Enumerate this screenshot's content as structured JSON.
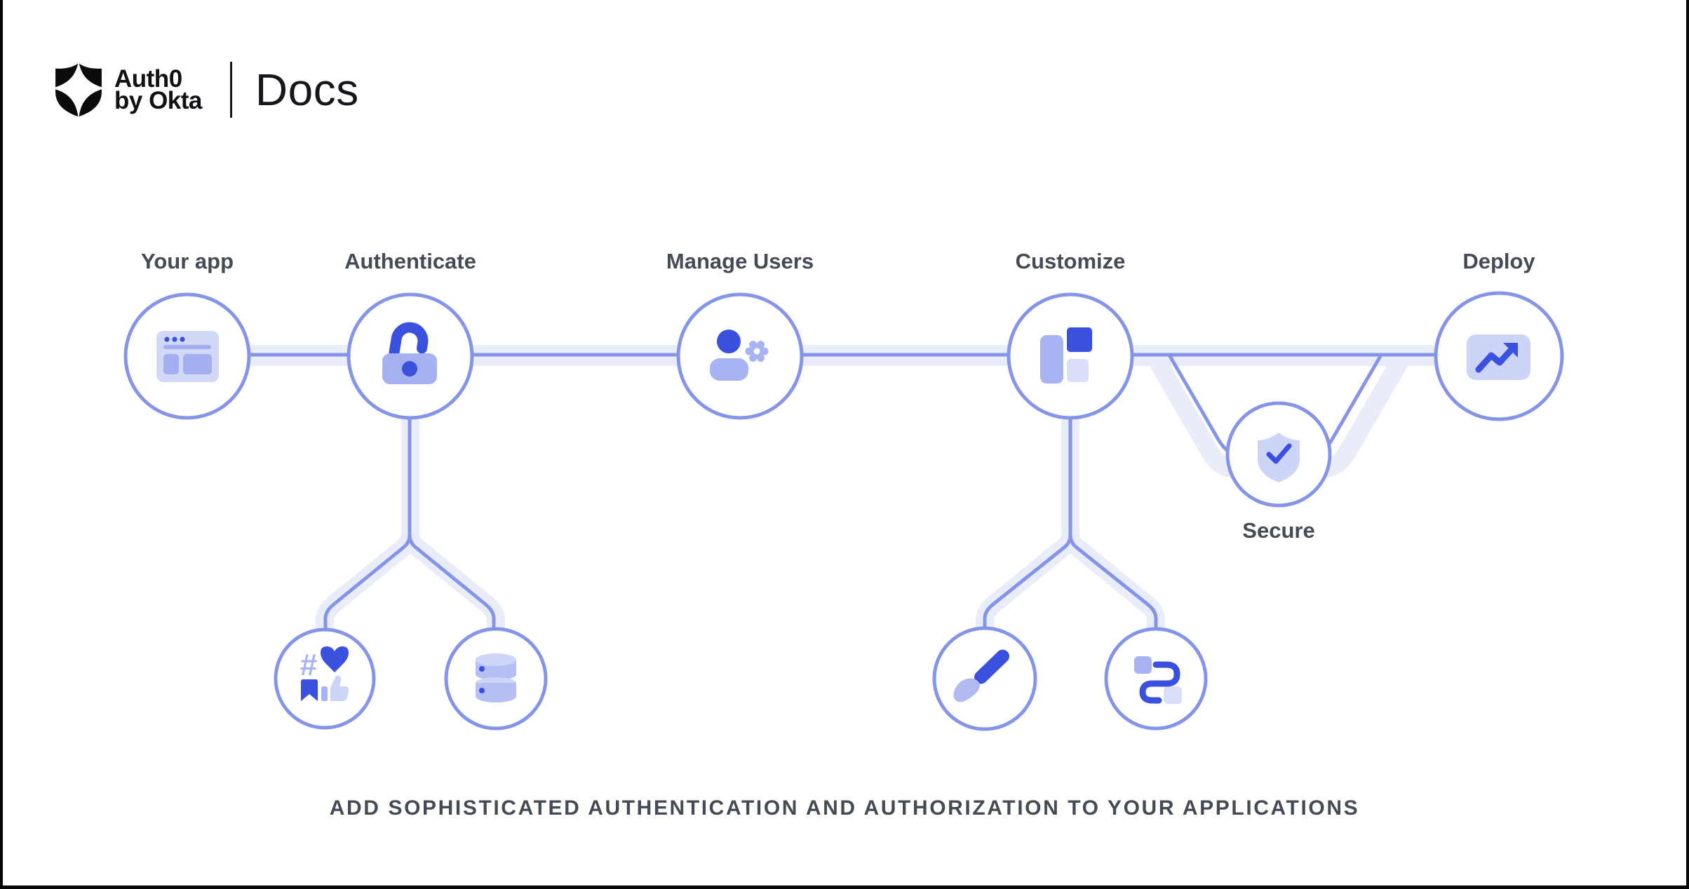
{
  "header": {
    "brand_line1": "Auth0",
    "brand_line2": "by Okta",
    "product": "Docs"
  },
  "diagram": {
    "main_nodes": [
      {
        "label": "Your app",
        "icon": "browser-window-icon"
      },
      {
        "label": "Authenticate",
        "icon": "open-padlock-icon"
      },
      {
        "label": "Manage Users",
        "icon": "user-gear-icon"
      },
      {
        "label": "Customize",
        "icon": "layout-blocks-icon"
      },
      {
        "label": "Deploy",
        "icon": "growth-chart-icon"
      }
    ],
    "secure_node": {
      "label": "Secure",
      "icon": "shield-check-icon"
    },
    "authenticate_children": [
      {
        "icon": "social-login-icon"
      },
      {
        "icon": "database-icon"
      }
    ],
    "customize_children": [
      {
        "icon": "paintbrush-icon"
      },
      {
        "icon": "workflow-icon"
      }
    ],
    "social_glyph": "#",
    "colors": {
      "accent_blue": "#3a50de",
      "periwinkle": "#a8b4f1",
      "light_periwinkle": "#ccd4f7",
      "pale_fill": "#dadef9",
      "band": "#e9ecf9",
      "line": "#8494e9",
      "label_text": "#454b54"
    }
  },
  "caption": "ADD SOPHISTICATED AUTHENTICATION AND AUTHORIZATION TO YOUR APPLICATIONS"
}
